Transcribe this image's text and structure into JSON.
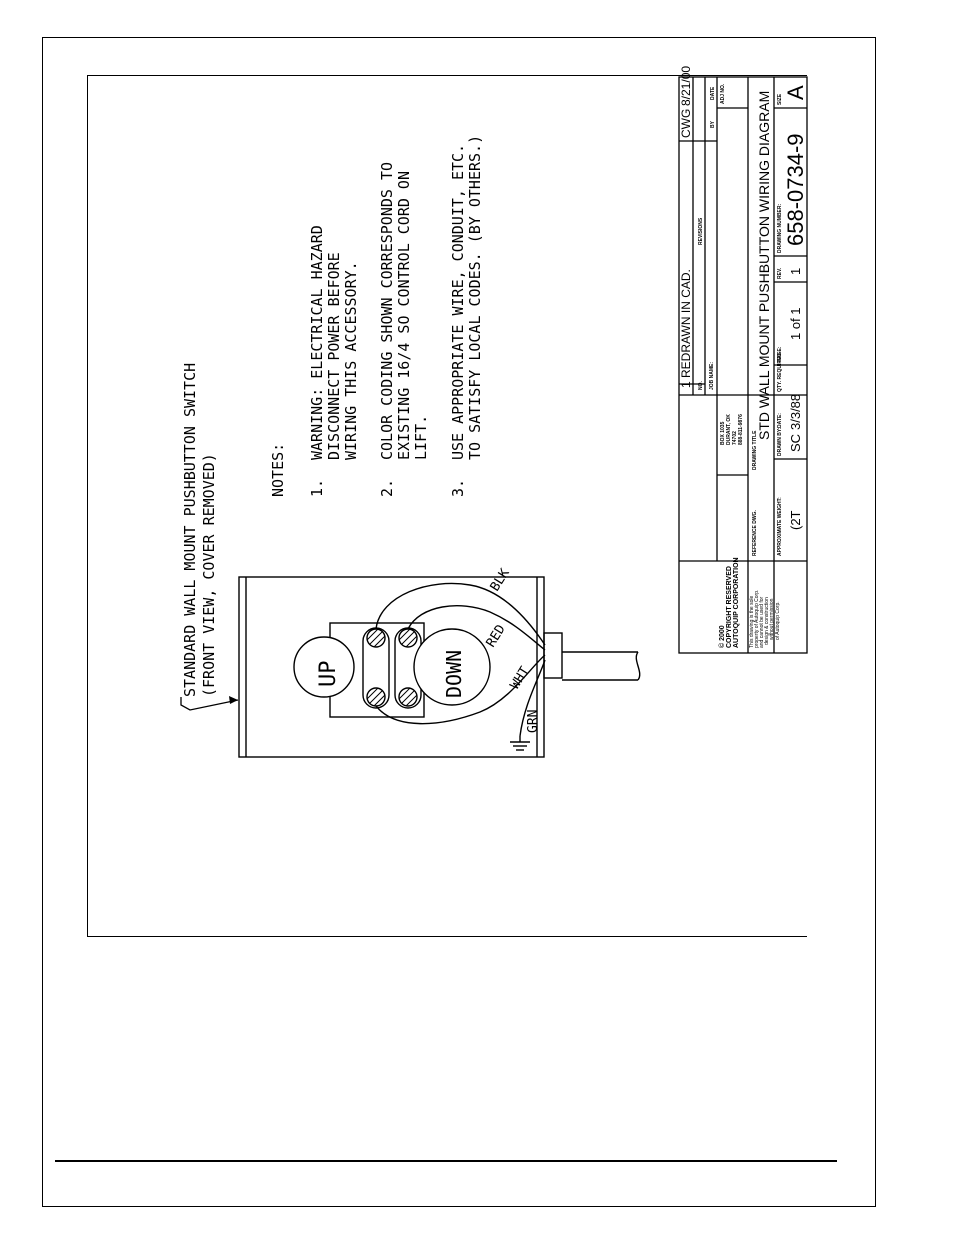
{
  "title_note": {
    "line1": "STANDARD WALL MOUNT PUSHBUTTON SWITCH",
    "line2": "(FRONT VIEW, COVER REMOVED)"
  },
  "notes": {
    "heading": "NOTES:",
    "items": [
      {
        "num": "1.",
        "lines": [
          "WARNING: ELECTRICAL HAZARD",
          "DISCONNECT POWER BEFORE",
          "WIRING THIS ACCESSORY."
        ]
      },
      {
        "num": "2.",
        "lines": [
          "COLOR CODING SHOWN CORRESPONDS TO",
          "EXISTING 16/4 SO CONTROL CORD ON",
          "LIFT."
        ]
      },
      {
        "num": "3.",
        "lines": [
          "USE APPROPRIATE WIRE, CONDUIT, ETC.",
          "TO SATISFY LOCAL CODES. (BY OTHERS.)"
        ]
      }
    ]
  },
  "switch": {
    "up_label": "UP",
    "down_label": "DOWN",
    "wires": [
      "BLK",
      "RED",
      "WHT",
      "GRN"
    ]
  },
  "title_block": {
    "revision": {
      "no": "1",
      "description": "REDRAWN IN CAD.",
      "by": "CWG",
      "date": "8/21/00"
    },
    "rev_headers": {
      "no": "NO.",
      "revisions": "REVISIONS",
      "by": "BY",
      "date": "DATE"
    },
    "job_name_label": "JOB NAME:",
    "job_no_label": "ADJ NO.",
    "company_address": [
      "BOX 1035",
      "DURANT, OK",
      "74702",
      "888-811-9876"
    ],
    "copyright": [
      "© 2000",
      "COPYRIGHT RESERVED",
      "AUTOQUIP CORPORATION"
    ],
    "property_text": [
      "This drawing is the sole",
      "property of Autoquip Corp.",
      "and cannot be used for",
      "design & construction",
      "without permission",
      "of Autoquip Corp."
    ],
    "reference_dwg_label": "REFERENCE DWG.",
    "drawing_title_label": "DRAWING TITLE",
    "drawing_title": "STD WALL MOUNT PUSHBUTTON WIRING DIAGRAM",
    "approx_weight_label": "APPROXIMATE WEIGHT:",
    "approx_weight": "(2T",
    "drawn_by_label": "DRAWN BY:",
    "drawn_by": "SC",
    "date_label": "DATE:",
    "date": "3/3/88",
    "qty_label": "QTY. REQUIRED",
    "page_label": "PAGE:",
    "page": "1 of 1",
    "rev_label": "REV.",
    "rev": "1",
    "drawing_number_label": "DRAWING NUMBER:",
    "drawing_number": "658-0734-9",
    "size_label": "SIZE",
    "size": "A"
  }
}
